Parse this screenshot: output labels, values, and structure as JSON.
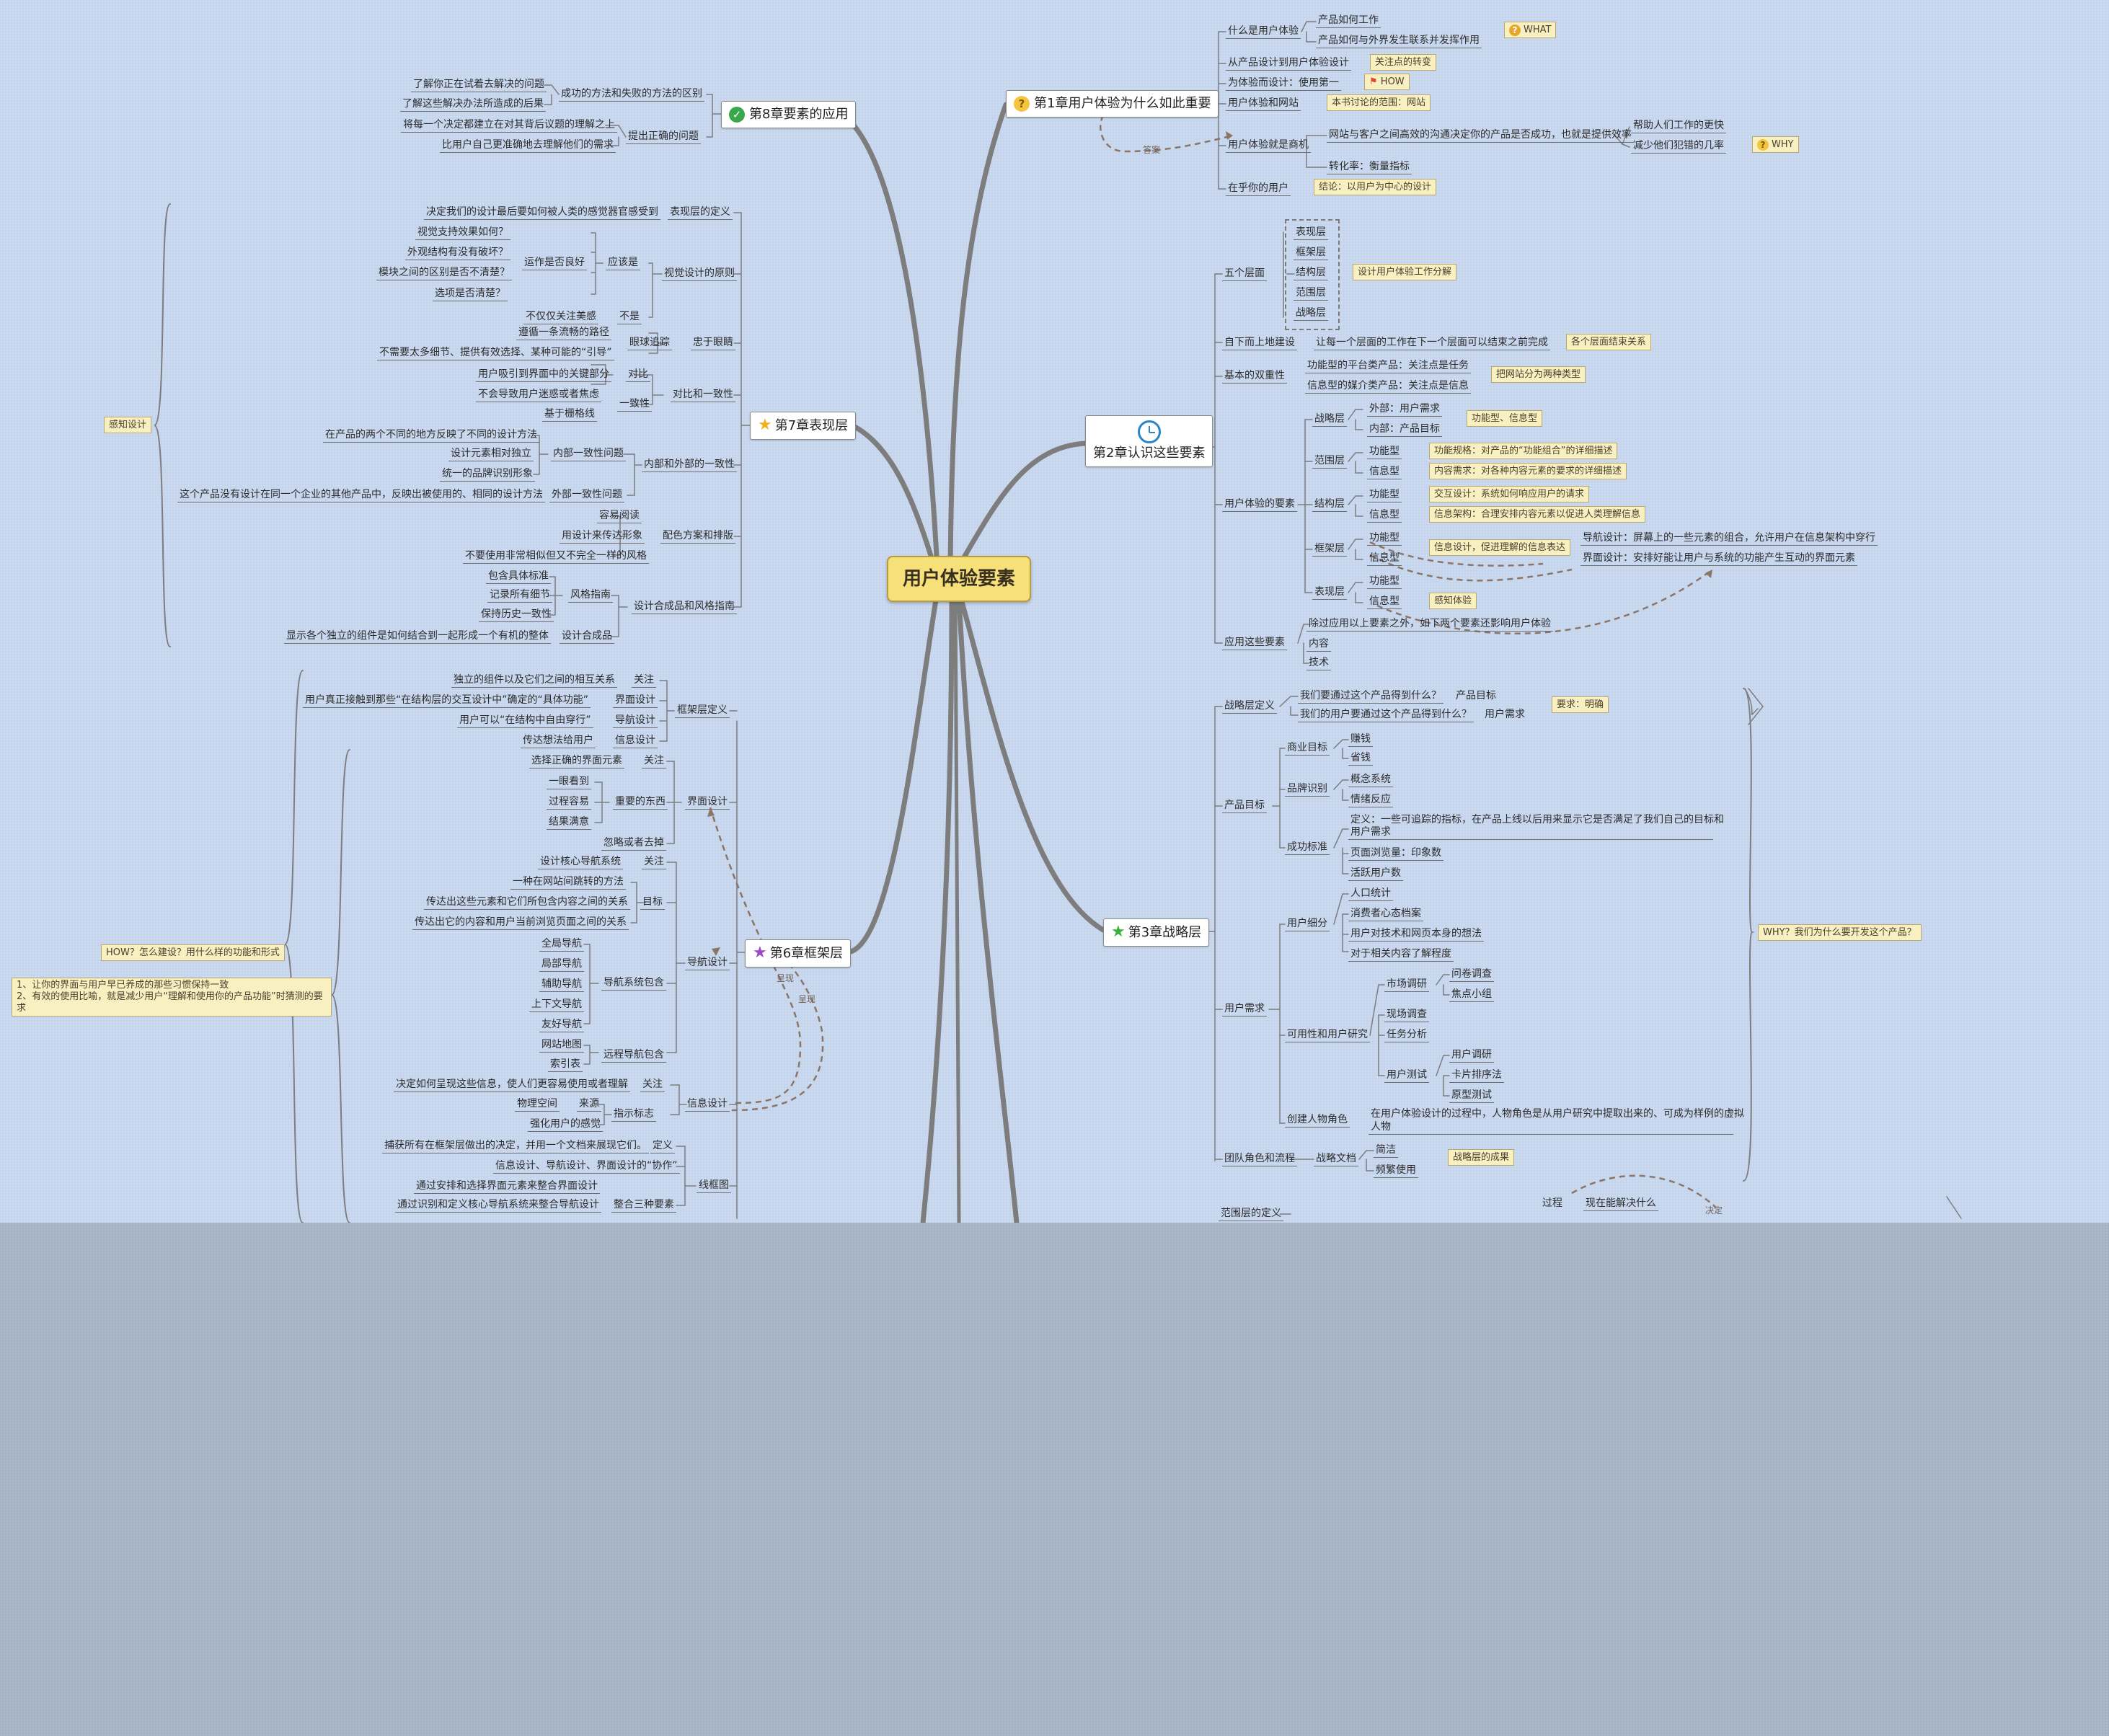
{
  "root": {
    "title": "用户体验要素"
  },
  "chapters": {
    "ch1": "第1章用户体验为什么如此重要",
    "ch2": "第2章认识这些要素",
    "ch3": "第3章战略层",
    "ch6": "第6章框架层",
    "ch7": "第7章表现层",
    "ch8": "第8章要素的应用"
  },
  "ch1": {
    "what": "什么是用户体验",
    "what1": "产品如何工作",
    "what2": "产品如何与外界发生联系并发挥作用",
    "what_note": "WHAT",
    "from": "从产品设计到用户体验设计",
    "from_note": "关注点的转变",
    "for": "为体验而设计：使用第一",
    "for_note": "HOW",
    "web": "用户体验和网站",
    "web_note": "本书讨论的范围：网站",
    "biz": "用户体验就是商机",
    "biz1": "网站与客户之间高效的沟通决定你的产品是否成功，也就是提供效率",
    "biz2": "转化率：衡量指标",
    "help1": "帮助人们工作的更快",
    "help2": "减少他们犯错的几率",
    "why_note": "WHY",
    "care": "在乎你的用户",
    "care_note": "结论：以用户为中心的设计",
    "dash_label": "答案"
  },
  "ch2": {
    "five": "五个层面",
    "layers": [
      "表现层",
      "框架层",
      "结构层",
      "范围层",
      "战略层"
    ],
    "five_note": "设计用户体验工作分解",
    "bottomup": "自下而上地建设",
    "bottomup1": "让每一个层面的工作在下一个层面可以结束之前完成",
    "bottomup_note": "各个层面结束关系",
    "dual": "基本的双重性",
    "dual1": "功能型的平台类产品：关注点是任务",
    "dual2": "信息型的媒介类产品：关注点是信息",
    "dual_note": "把网站分为两种类型",
    "elements": "用户体验的要素",
    "strategy": "战略层",
    "s_out": "外部：用户需求",
    "s_in": "内部：产品目标",
    "s_note": "功能型、信息型",
    "scope": "范围层",
    "func": "功能型",
    "info": "信息型",
    "scope_f_note": "功能规格：对产品的“功能组合”的详细描述",
    "scope_i_note": "内容需求：对各种内容元素的要求的详细描述",
    "structure": "结构层",
    "struct_f_note": "交互设计：系统如何响应用户的请求",
    "struct_i_note": "信息架构：合理安排内容元素以促进人类理解信息",
    "skeleton": "框架层",
    "skel_note": "信息设计，促进理解的信息表达",
    "skel_nav": "导航设计：屏幕上的一些元素的组合，允许用户在信息架构中穿行",
    "skel_ui": "界面设计：安排好能让用户与系统的功能产生互动的界面元素",
    "surface": "表现层",
    "surf_note": "感知体验",
    "apply": "应用这些要素",
    "apply1": "除过应用以上要素之外，如下两个要素还影响用户体验",
    "apply2": "内容",
    "apply3": "技术"
  },
  "ch3": {
    "def": "战略层定义",
    "q1": "我们要通过这个产品得到什么？",
    "q1a": "产品目标",
    "q2": "我们的用户要通过这个产品得到什么？",
    "q2a": "用户需求",
    "def_note": "要求：明确",
    "goal": "产品目标",
    "biz": "商业目标",
    "biz1": "赚钱",
    "biz2": "省钱",
    "brand": "品牌识别",
    "brand1": "概念系统",
    "brand2": "情绪反应",
    "success": "成功标准",
    "succ1": "定义：一些可追踪的指标，在产品上线以后用来显示它是否满足了我们自己的目标和",
    "succ1b": "用户需求",
    "succ2": "页面浏览量：印象数",
    "succ3": "活跃用户数",
    "needs": "用户需求",
    "seg": "用户细分",
    "seg1": "人口统计",
    "seg2": "消费者心态档案",
    "seg3": "用户对技术和网页本身的想法",
    "seg4": "对于相关内容了解程度",
    "research": "可用性和用户研究",
    "market": "市场调研",
    "m1": "问卷调查",
    "m2": "焦点小组",
    "field": "现场调查",
    "task": "任务分析",
    "test": "用户测试",
    "t1": "用户调研",
    "t2": "卡片排序法",
    "t3": "原型测试",
    "persona": "创建人物角色",
    "persona1": "在用户体验设计的过程中，人物角色是从用户研究中提取出来的、可成为样例的虚拟",
    "persona1b": "人物",
    "team": "团队角色和流程",
    "doc": "战略文档",
    "doc1": "简洁",
    "doc2": "频繁使用",
    "doc_note": "战略层的成果",
    "why_note": "WHY？我们为什么要开发这个产品？"
  },
  "ch4": {
    "def": "范围层的定义",
    "proc": "过程",
    "now": "现在能解决什么",
    "decide": "决定"
  },
  "ch8": {
    "g1": "成功的方法和失败的方法的区别",
    "g1a": "了解你正在试着去解决的问题",
    "g1b": "了解这些解决办法所造成的后果",
    "g2": "提出正确的问题",
    "g2a": "将每一个决定都建立在对其背后议题的理解之上",
    "g2b": "比用户自己更准确地去理解他们的需求"
  },
  "ch7": {
    "note": "感知设计",
    "def": "表现层的定义",
    "def1": "决定我们的设计最后要如何被人类的感觉器官感受到",
    "visual": "视觉设计的原则",
    "v1": "视觉支持效果如何？",
    "should": "应该是",
    "work": "运作是否良好",
    "v2": "外观结构有没有破坏？",
    "v3": "模块之间的区别是否不清楚？",
    "v4": "选项是否清楚？",
    "not": "不是",
    "notbeauty": "不仅仅关注美感",
    "eye": "忠于眼睛",
    "track": "眼球追踪",
    "e1": "遵循一条流畅的路径",
    "e2": "不需要太多细节、提供有效选择、某种可能的“引导”",
    "cc": "对比和一致性",
    "contrast": "对比",
    "c1": "用户吸引到界面中的关键部分",
    "c2": "不会导致用户迷惑或者焦虑",
    "consist": "一致性",
    "grid": "基于栅格线",
    "io": "内部和外部的一致性",
    "in": "内部一致性问题",
    "io1": "在产品的两个不同的地方反映了不同的设计方法",
    "io2": "设计元素相对独立",
    "io3": "统一的品牌识别形象",
    "out": "外部一致性问题",
    "io4": "这个产品没有设计在同一个企业的其他产品中，反映出被使用的、相同的设计方法",
    "color": "配色方案和排版",
    "co1": "容易阅读",
    "co2": "用设计来传达形象",
    "co3": "不要使用非常相似但又不完全一样的风格",
    "comp": "设计合成品和风格指南",
    "style": "风格指南",
    "st1": "包含具体标准",
    "st2": "记录所有细节",
    "st3": "保持历史一致性",
    "compo": "设计合成品",
    "st4": "显示各个独立的组件是如何结合到一起形成一个有机的整体"
  },
  "ch6": {
    "how_note": "HOW？怎么建设？用什么样的功能和形式",
    "rule_note1": "1、让你的界面与用户早已养成的那些习惯保持一致",
    "rule_note2": "2、有效的使用比喻，就是减少用户“理解和使用你的产品功能”时猜测的要求",
    "def": "框架层定义",
    "focus": "关注",
    "d1": "独立的组件以及它们之间的相互关系",
    "d2": "用户真正接触到那些“在结构层的交互设计中”确定的“具体功能”",
    "ui": "界面设计",
    "d3": "用户可以“在结构中自由穿行”",
    "nav": "导航设计",
    "d4": "传达想法给用户",
    "infod": "信息设计",
    "ui1": "选择正确的界面元素",
    "ui2": "一眼看到",
    "ui3": "过程容易",
    "ui4": "结果满意",
    "ui_imp": "重要的东西",
    "ui5": "忽略或者去掉",
    "n1": "设计核心导航系统",
    "n2": "一种在网站间跳转的方法",
    "n3": "传达出这些元素和它们所包含内容之间的关系",
    "n4": "传达出它的内容和用户当前浏览页面之间的关系",
    "goal": "目标",
    "navs": [
      "全局导航",
      "局部导航",
      "辅助导航",
      "上下文导航",
      "友好导航"
    ],
    "navinc": "导航系统包含",
    "remote": [
      "网站地图",
      "索引表"
    ],
    "remoteinc": "远程导航包含",
    "i1": "决定如何呈现这些信息，使人们更容易使用或者理解",
    "space": "物理空间",
    "source": "来源",
    "sense": "强化用户的感觉",
    "sign": "指示标志",
    "wire": "线框图",
    "w1": "捕获所有在框架层做出的决定，并用一个文档来展现它们。",
    "wdef": "定义",
    "w2": "信息设计、导航设计、界面设计的“协作”",
    "w3": "通过安排和选择界面元素来整合界面设计",
    "w4": "通过识别和定义核心导航系统来整合导航设计",
    "integ": "整合三种要素",
    "present": "呈现"
  },
  "colors": {
    "background": "#c5d5ee",
    "root": "#f6e07a",
    "note": "#f8f0c0",
    "link": "#7d7d7d"
  }
}
